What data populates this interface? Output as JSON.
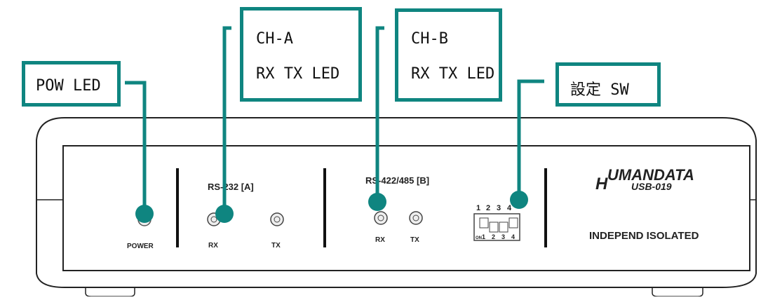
{
  "callouts": {
    "pow_led": "POW LED",
    "ch_a_title": "CH-A",
    "ch_a_sub": "RX TX LED",
    "ch_b_title": "CH-B",
    "ch_b_sub": "RX TX LED",
    "setting_sw": "設定 SW"
  },
  "panel": {
    "power_label": "POWER",
    "section_a_title": "RS-232 [A]",
    "section_b_title": "RS-422/485 [B]",
    "rx_label": "RX",
    "tx_label": "TX",
    "brand_h": "H",
    "brand_rest": "UMANDATA",
    "model": "USB-019",
    "isolation_text": "INDEPEND ISOLATED",
    "dip_top_numbers": [
      "1",
      "2",
      "3",
      "4"
    ],
    "dip_bottom_numbers": [
      "1",
      "2",
      "3",
      "4"
    ],
    "dip_on_mark": "ON"
  },
  "colors": {
    "accent": "#0f8580",
    "outline": "#222222"
  }
}
